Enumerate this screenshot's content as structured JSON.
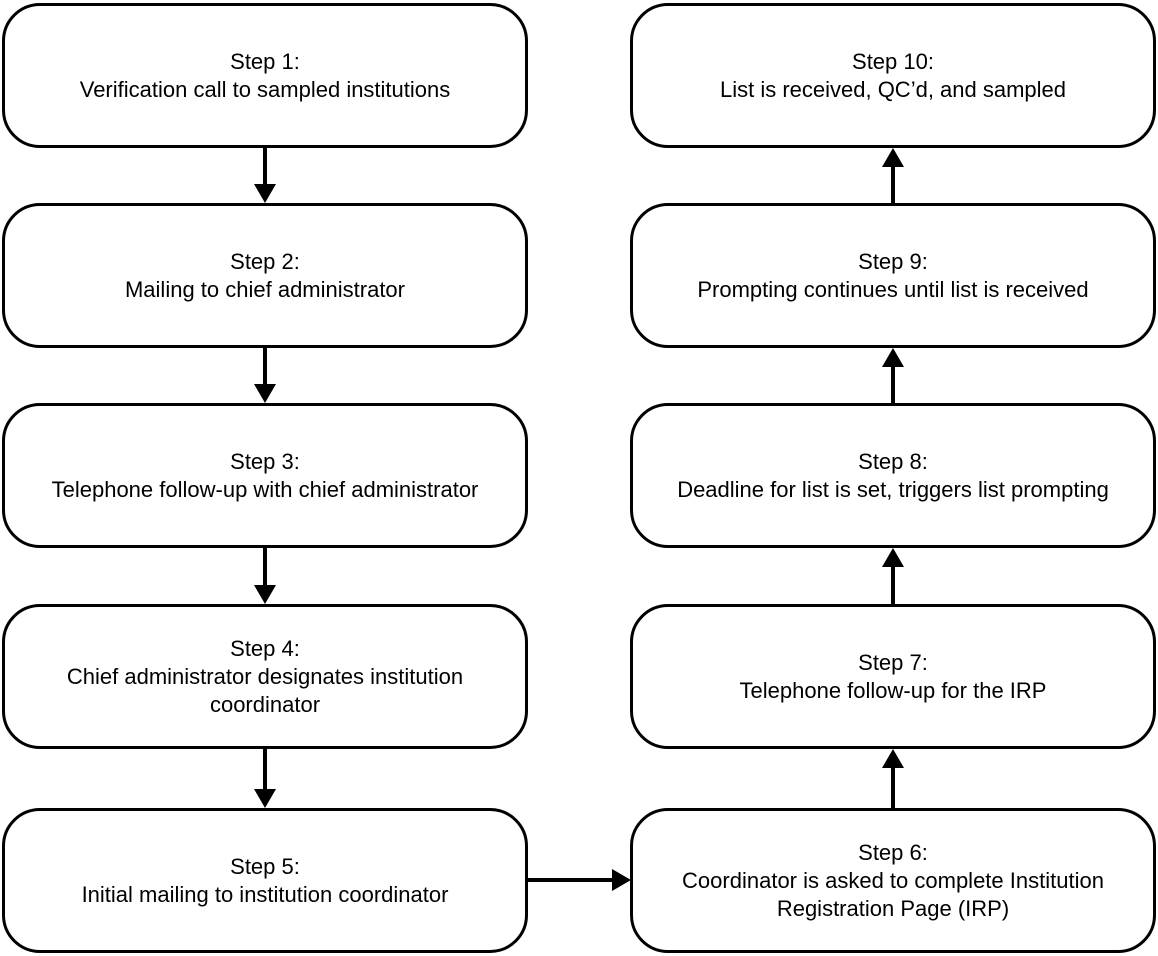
{
  "diagram": {
    "type": "flowchart",
    "background_color": "#ffffff",
    "box_fill_color": "#ffffff",
    "box_border_color": "#000000",
    "arrow_color": "#000000",
    "steps": [
      {
        "id": 1,
        "title": "Step 1:",
        "text": "Verification call to sampled institutions"
      },
      {
        "id": 2,
        "title": "Step 2:",
        "text": "Mailing to chief administrator"
      },
      {
        "id": 3,
        "title": "Step 3:",
        "text": "Telephone follow-up with chief administrator"
      },
      {
        "id": 4,
        "title": "Step 4:",
        "text": "Chief administrator designates institution\ncoordinator"
      },
      {
        "id": 5,
        "title": "Step 5:",
        "text": "Initial mailing to institution coordinator"
      },
      {
        "id": 6,
        "title": "Step 6:",
        "text": "Coordinator is asked to complete Institution\nRegistration Page (IRP)"
      },
      {
        "id": 7,
        "title": "Step 7:",
        "text": "Telephone follow-up for the IRP"
      },
      {
        "id": 8,
        "title": "Step 8:",
        "text": "Deadline for list is set, triggers list prompting"
      },
      {
        "id": 9,
        "title": "Step 9:",
        "text": "Prompting continues until list is received"
      },
      {
        "id": 10,
        "title": "Step 10:",
        "text": "List is received, QC’d, and sampled"
      }
    ],
    "connections": [
      {
        "from": 1,
        "to": 2,
        "direction": "down"
      },
      {
        "from": 2,
        "to": 3,
        "direction": "down"
      },
      {
        "from": 3,
        "to": 4,
        "direction": "down"
      },
      {
        "from": 4,
        "to": 5,
        "direction": "down"
      },
      {
        "from": 5,
        "to": 6,
        "direction": "right"
      },
      {
        "from": 6,
        "to": 7,
        "direction": "up"
      },
      {
        "from": 7,
        "to": 8,
        "direction": "up"
      },
      {
        "from": 8,
        "to": 9,
        "direction": "up"
      },
      {
        "from": 9,
        "to": 10,
        "direction": "up"
      }
    ]
  }
}
